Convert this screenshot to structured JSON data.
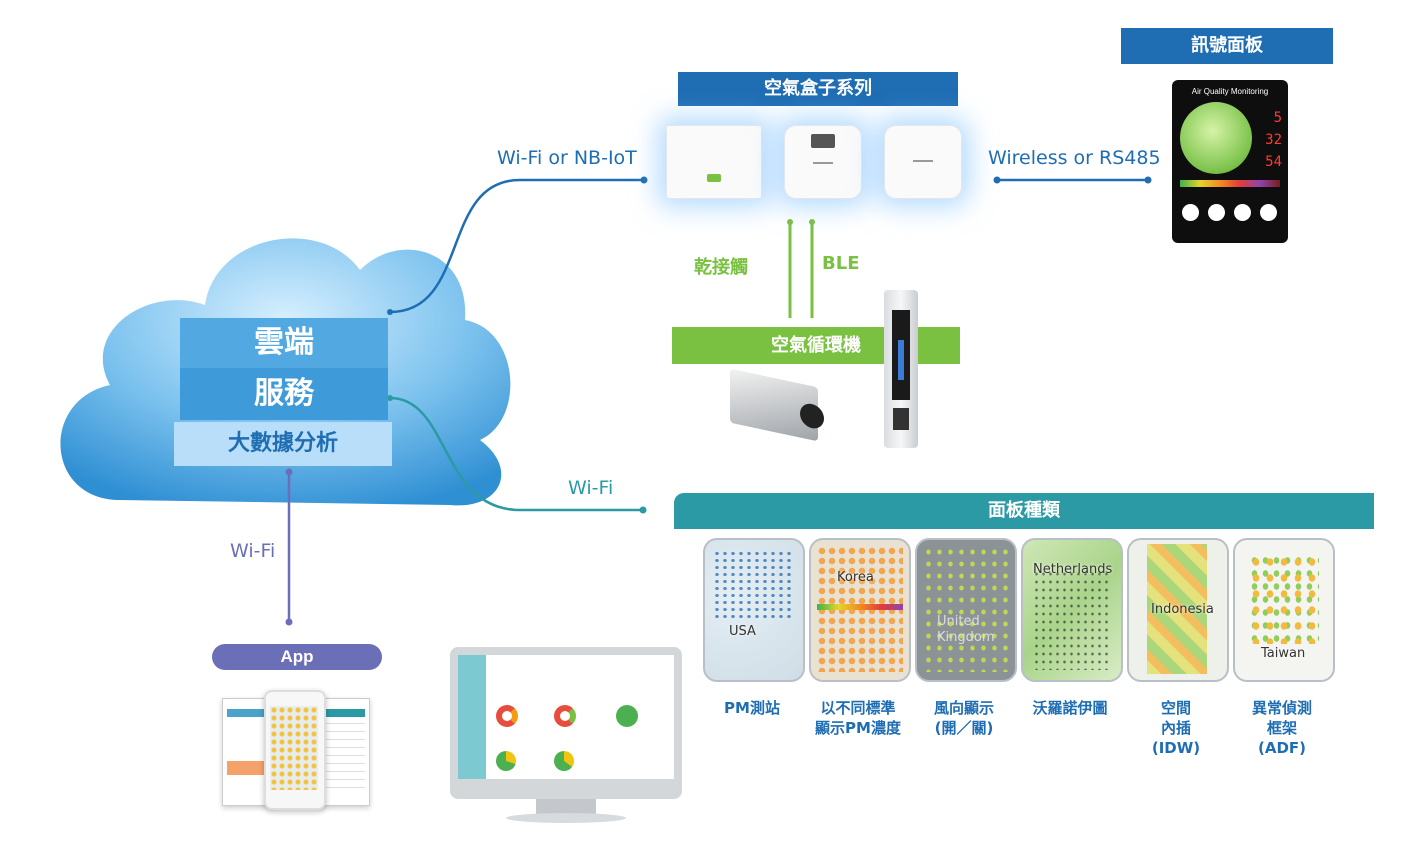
{
  "cloud": {
    "line1": "雲端",
    "line2": "服務",
    "line3": "大數據分析"
  },
  "air_box": {
    "title": "空氣盒子系列"
  },
  "signal_panel": {
    "title": "訊號面板",
    "screen_title": "Air Quality Monitoring",
    "readings": [
      "5",
      "32",
      "54"
    ]
  },
  "air_circulator": {
    "title": "空氣循環機"
  },
  "panel_types": {
    "title": "面板種類",
    "items": [
      {
        "map_label": "USA",
        "caption1": "PM測站",
        "caption2": "",
        "caption3": ""
      },
      {
        "map_label": "Korea",
        "caption1": "以不同標準",
        "caption2": "顯示PM濃度",
        "caption3": ""
      },
      {
        "map_label": "United Kingdom",
        "caption1": "風向顯示",
        "caption2": "(開／關)",
        "caption3": ""
      },
      {
        "map_label": "Netherlands",
        "caption1": "沃羅諾伊圖",
        "caption2": "",
        "caption3": ""
      },
      {
        "map_label": "Indonesia",
        "caption1": "空間",
        "caption2": "內插",
        "caption3": "(IDW)"
      },
      {
        "map_label": "Taiwan",
        "caption1": "異常偵測",
        "caption2": "框架",
        "caption3": "(ADF)"
      }
    ]
  },
  "app": {
    "label": "App"
  },
  "links": {
    "wifi_nbiot": "Wi-Fi or NB-IoT",
    "wireless_rs485": "Wireless or RS485",
    "dry_contact": "乾接觸",
    "ble": "BLE",
    "wifi_panel": "Wi-Fi",
    "wifi_app": "Wi-Fi"
  },
  "colors": {
    "primary_blue": "#1f6db3",
    "green": "#7ac142",
    "teal": "#2b9aa4",
    "app_purple": "#6b6fb8",
    "cloud_blue": "#2f8fd3"
  },
  "icons": [
    "cloud-icon",
    "air-box-device-icon",
    "signal-panel-icon",
    "air-circulator-icon",
    "smartphone-icon",
    "desktop-monitor-icon"
  ]
}
